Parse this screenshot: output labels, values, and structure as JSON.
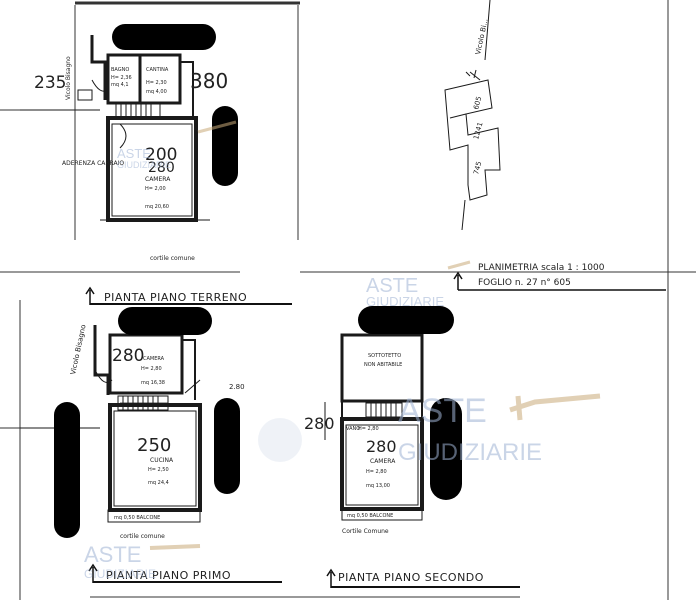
{
  "plan_ground": {
    "dim_left": "235",
    "dim_right": "380",
    "dim_center": "200",
    "dim_center_strike": "280",
    "street": "Vicolo Bisagno",
    "bagno": {
      "name": "BAGNO",
      "h": "H= 2,36",
      "area": "mq 4,1"
    },
    "cantina": {
      "name": "CANTINA",
      "h": "H= 2,30",
      "area": "mq 4,00"
    },
    "camera": {
      "name": "CAMERA",
      "h": "H= 2,00",
      "area": "mq 20,60"
    },
    "aderenza": "ADERENZA CARRAIO",
    "cortile": "cortile comune",
    "title": "PIANTA  PIANO  TERRENO"
  },
  "planimetria": {
    "street": "Vicolo Bi...",
    "line1": "PLANIMETRIA   scala 1 : 1000",
    "line2": "FOGLIO  n. 27   n° 605",
    "labels": [
      "605",
      "1241",
      "745"
    ]
  },
  "plan_first": {
    "street": "Vicolo Bisagno",
    "camera": {
      "dim": "280",
      "name": "CAMERA",
      "h": "H= 2,80",
      "area": "mq 16,38"
    },
    "cucina": {
      "dim": "250",
      "name": "CUCINA",
      "h": "H= 2,50",
      "area": "mq 24,4"
    },
    "balcone": "mq 0,50  BALCONE",
    "dim_small": "2.80",
    "cortile": "cortile comune",
    "title": "PIANTA  PIANO  PRIMO"
  },
  "plan_second": {
    "sottotetto": {
      "name": "SOTTOTETTO",
      "sub": "NON ABITABILE"
    },
    "vano": {
      "name": "VANO",
      "h": "H= 2,80"
    },
    "dim_left": "280",
    "dim_center": "280",
    "camera": {
      "name": "CAMERA",
      "h": "H= 2,80",
      "area": "mq 13,00"
    },
    "balcone": "mq 0,50  BALCONE",
    "cortile": "Cortile Comune",
    "title": "PIANTA  PIANO  SECONDO"
  },
  "watermarks": [
    "ASTE",
    "GIUDIZIARIE"
  ],
  "colors": {
    "ink": "#1a1a1a",
    "watermark": "#9fb2d4",
    "gavel": "#c8a978",
    "redaction": "#000000"
  }
}
